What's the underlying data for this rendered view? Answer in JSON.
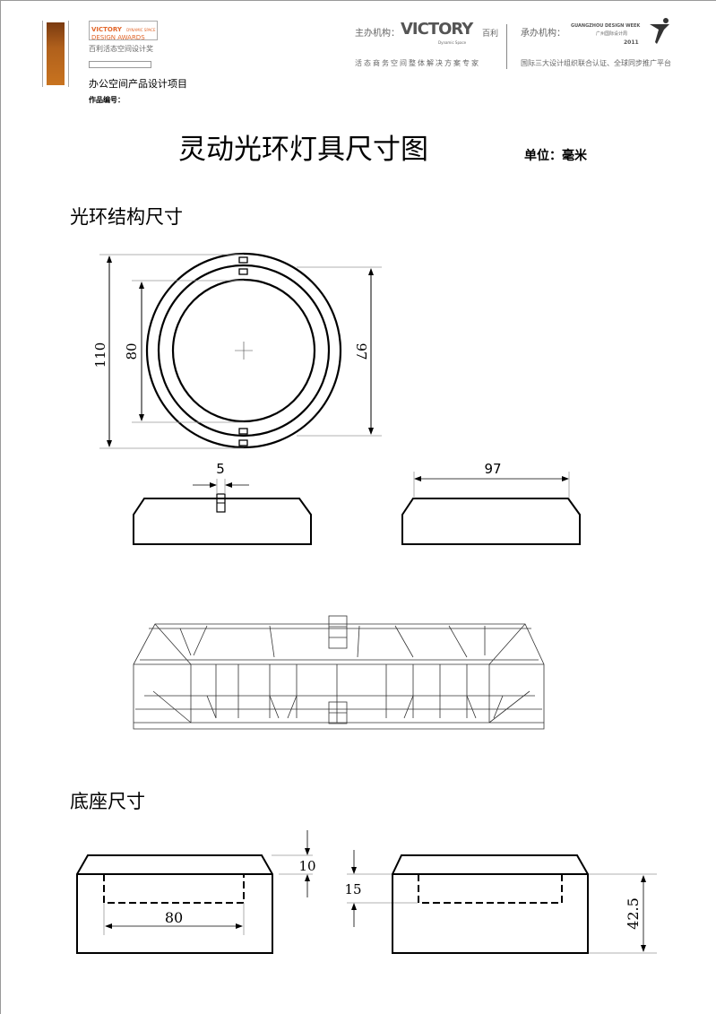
{
  "header": {
    "award_logo": {
      "line1": "VICTORY",
      "line1b": "DYNAMIC SPACE",
      "line2": "DESIGN AWARDS",
      "line3": "百利活态空间设计奖"
    },
    "project": "办公空间产品设计项目",
    "work_no_label": "作品编号：",
    "organizer_label": "主办机构：",
    "organizer_brand": "VICTORY",
    "organizer_brand_cn": "百利",
    "organizer_sub": "Dynamic Space",
    "organizer_slogan": "活态商务空间整体解决方案专家",
    "co_label": "承办机构：",
    "co_name_en": "GUANGZHOU DESIGN WEEK",
    "co_name_cn": "广州国际设计周",
    "co_year": "2011",
    "co_slogan": "国际三大设计组织联合认证、全球同步推广平台"
  },
  "title": "灵动光环灯具尺寸图",
  "unit": "单位：毫米",
  "section1": {
    "heading": "光环结构尺寸",
    "dims": {
      "outer": "110",
      "inner": "80",
      "middle": "97",
      "slot": "5",
      "side_width": "97"
    }
  },
  "section2": {
    "heading": "底座尺寸",
    "dims": {
      "width": "80",
      "chamfer": "10",
      "recess": "15",
      "height": "42.5"
    }
  }
}
